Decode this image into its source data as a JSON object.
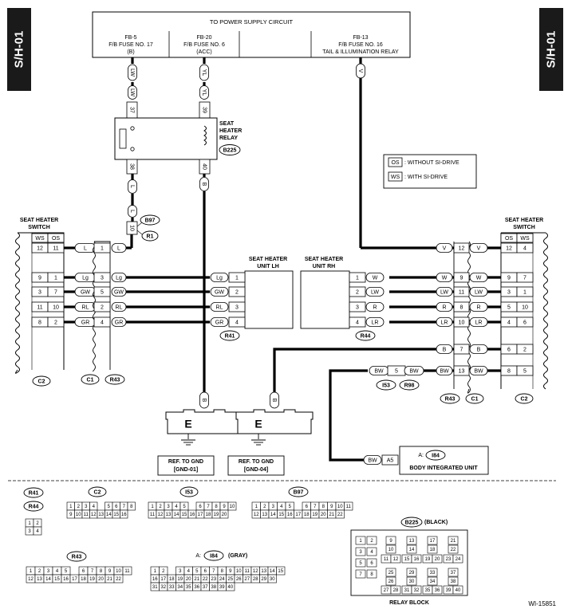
{
  "side_tab_label": "S/H-01",
  "figure_id": "WI-15851",
  "power_box": {
    "title": "TO POWER SUPPLY CIRCUIT",
    "cells": [
      {
        "line1": "FB-5",
        "line2": "F/B FUSE NO. 17",
        "line3": "(B)"
      },
      {
        "line1": "FB-20",
        "line2": "F/B FUSE NO. 6",
        "line3": "(ACC)"
      },
      {
        "line1": "",
        "line2": "",
        "line3": ""
      },
      {
        "line1": "FB-13",
        "line2": "F/B FUSE NO. 16",
        "line3": "TAIL & ILLUMINATION RELAY"
      }
    ]
  },
  "wires_top": {
    "lw": "LW",
    "yl": "YL",
    "v": "V",
    "l": "L",
    "b": "B"
  },
  "relay": {
    "label1": "SEAT",
    "label2": "HEATER",
    "label3": "RELAY",
    "connector": "B225",
    "pin_top_left": "37",
    "pin_top_right": "39",
    "pin_bot_left": "38",
    "pin_bot_right": "40"
  },
  "b97": {
    "connector": "B97",
    "pin": "10",
    "ref": "R1"
  },
  "legend": {
    "os_code": "OS",
    "os_text": ": WITHOUT SI-DRIVE",
    "ws_code": "WS",
    "ws_text": ": WITH SI-DRIVE"
  },
  "left_switch": {
    "title1": "SEAT HEATER",
    "title2": "SWITCH",
    "col1": "WS",
    "col2": "OS",
    "connector": "C2",
    "rows": [
      {
        "ws": "12",
        "os": "11",
        "wire": "L"
      },
      {
        "ws": "9",
        "os": "1",
        "wire": "Lg"
      },
      {
        "ws": "3",
        "os": "7",
        "wire": "GW"
      },
      {
        "ws": "11",
        "os": "10",
        "wire": "RL"
      },
      {
        "ws": "8",
        "os": "2",
        "wire": "GR"
      }
    ]
  },
  "left_conn": {
    "c1": "C1",
    "r43": "R43",
    "rows": [
      {
        "a": "1",
        "wire": "L"
      },
      {
        "a": "3",
        "wire": "Lg"
      },
      {
        "a": "5",
        "wire": "GW"
      },
      {
        "a": "2",
        "wire": "RL"
      },
      {
        "a": "4",
        "wire": "GR"
      }
    ]
  },
  "unit_lh": {
    "title1": "SEAT HEATER",
    "title2": "UNIT LH",
    "connector": "R41",
    "rows": [
      {
        "pin": "1",
        "wire": "Lg"
      },
      {
        "pin": "2",
        "wire": "GW"
      },
      {
        "pin": "3",
        "wire": "RL"
      },
      {
        "pin": "4",
        "wire": "GR"
      }
    ]
  },
  "unit_rh": {
    "title1": "SEAT HEATER",
    "title2": "UNIT RH",
    "connector": "R44",
    "rows": [
      {
        "pin": "1",
        "wire": "W"
      },
      {
        "pin": "2",
        "wire": "LW"
      },
      {
        "pin": "3",
        "wire": "R"
      },
      {
        "pin": "4",
        "wire": "LR"
      }
    ]
  },
  "right_conn": {
    "c1": "C1",
    "r43": "R43",
    "rows": [
      {
        "wire_l": "V",
        "pin": "12",
        "wire_r": "V"
      },
      {
        "wire_l": "W",
        "pin": "9",
        "wire_r": "W"
      },
      {
        "wire_l": "LW",
        "pin": "11",
        "wire_r": "LW"
      },
      {
        "wire_l": "R",
        "pin": "8",
        "wire_r": "R"
      },
      {
        "wire_l": "LR",
        "pin": "10",
        "wire_r": "LR"
      },
      {
        "wire_l": "B",
        "pin": "7",
        "wire_r": "B"
      },
      {
        "wire_l": "BW",
        "pin": "13",
        "wire_r": "BW"
      }
    ]
  },
  "right_switch": {
    "title1": "SEAT HEATER",
    "title2": "SWITCH",
    "col1": "OS",
    "col2": "WS",
    "connector": "C2",
    "rows": [
      {
        "os": "12",
        "ws": "4"
      },
      {
        "os": "9",
        "ws": "7"
      },
      {
        "os": "3",
        "ws": "1"
      },
      {
        "os": "5",
        "ws": "10"
      },
      {
        "os": "4",
        "ws": "6"
      },
      {
        "os": "6",
        "ws": "2"
      },
      {
        "os": "8",
        "ws": "5"
      }
    ]
  },
  "i53": {
    "wire_l": "BW",
    "pin": "5",
    "wire_r": "BW",
    "connector": "I53",
    "ref": "R98"
  },
  "body_unit": {
    "wire": "BW",
    "pin": "A5",
    "conn_prefix": "A:",
    "connector": "I84",
    "label": "BODY INTEGRATED UNIT"
  },
  "ground_left": {
    "wire": "B",
    "symbol": "E",
    "ref1": "REF. TO GND",
    "ref2": "[GND-01]"
  },
  "ground_right": {
    "wire": "B",
    "symbol": "E",
    "ref1": "REF. TO GND",
    "ref2": "[GND-04]"
  },
  "connectors": {
    "r41": "R41",
    "r44": "R44",
    "c2": "C2",
    "i53": "I53",
    "b97": "B97",
    "r43": "R43",
    "i84_prefix": "A:",
    "i84": "I84",
    "i84_note": "(GRAY)",
    "b225": "B225",
    "b225_note": "(BLACK)",
    "relay_block": "RELAY BLOCK"
  }
}
